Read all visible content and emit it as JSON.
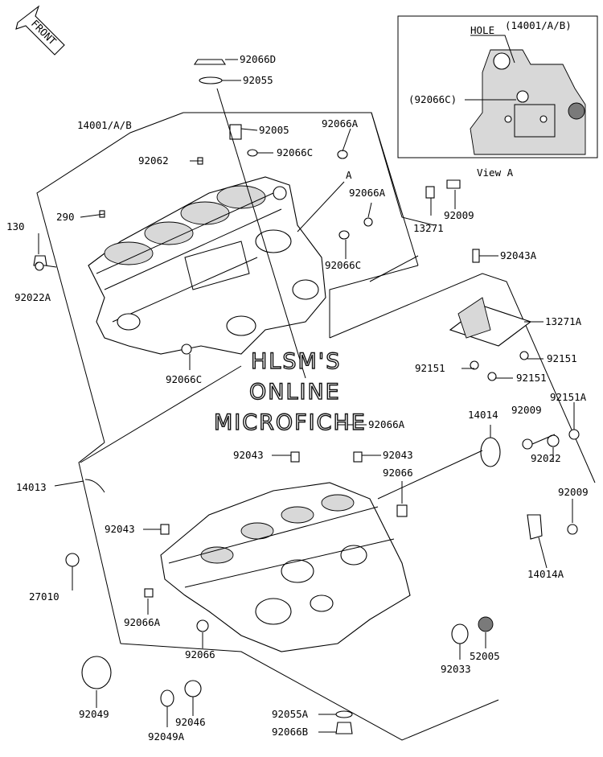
{
  "front_arrow": {
    "label": "FRONT"
  },
  "view_a": {
    "caption": "View A",
    "hole_label": "HOLE",
    "part_label": "(14001/A/B)",
    "plug_label": "(92066C)"
  },
  "watermark": {
    "line1": "HLSM'S",
    "line2": "ONLINE",
    "line3": "MICROFICHE"
  },
  "callouts": [
    {
      "id": "92066D",
      "text": "92066D"
    },
    {
      "id": "92055",
      "text": "92055"
    },
    {
      "id": "14001AB",
      "text": "14001/A/B"
    },
    {
      "id": "92005",
      "text": "92005"
    },
    {
      "id": "92066A-1",
      "text": "92066A"
    },
    {
      "id": "92066C-1",
      "text": "92066C"
    },
    {
      "id": "92062",
      "text": "92062"
    },
    {
      "id": "A",
      "text": "A"
    },
    {
      "id": "92066A-2",
      "text": "92066A"
    },
    {
      "id": "290",
      "text": "290"
    },
    {
      "id": "130",
      "text": "130"
    },
    {
      "id": "92022A",
      "text": "92022A"
    },
    {
      "id": "13271",
      "text": "13271"
    },
    {
      "id": "92009-1",
      "text": "92009"
    },
    {
      "id": "92043A",
      "text": "92043A"
    },
    {
      "id": "92066C-2",
      "text": "92066C"
    },
    {
      "id": "13271A",
      "text": "13271A"
    },
    {
      "id": "92151-1",
      "text": "92151"
    },
    {
      "id": "92151-2",
      "text": "92151"
    },
    {
      "id": "92151-3",
      "text": "92151"
    },
    {
      "id": "92066C-3",
      "text": "92066C"
    },
    {
      "id": "92151A",
      "text": "92151A"
    },
    {
      "id": "14014",
      "text": "14014"
    },
    {
      "id": "92009-2",
      "text": "92009"
    },
    {
      "id": "92066A-3",
      "text": "92066A"
    },
    {
      "id": "92043-1",
      "text": "92043"
    },
    {
      "id": "92043-2",
      "text": "92043"
    },
    {
      "id": "92022",
      "text": "92022"
    },
    {
      "id": "92066",
      "text": "92066"
    },
    {
      "id": "92009-3",
      "text": "92009"
    },
    {
      "id": "14013",
      "text": "14013"
    },
    {
      "id": "92043-3",
      "text": "92043"
    },
    {
      "id": "14014A",
      "text": "14014A"
    },
    {
      "id": "27010",
      "text": "27010"
    },
    {
      "id": "92066A-4",
      "text": "92066A"
    },
    {
      "id": "92066-2",
      "text": "92066"
    },
    {
      "id": "52005",
      "text": "52005"
    },
    {
      "id": "92033",
      "text": "92033"
    },
    {
      "id": "92049",
      "text": "92049"
    },
    {
      "id": "92046",
      "text": "92046"
    },
    {
      "id": "92055A",
      "text": "92055A"
    },
    {
      "id": "92049A",
      "text": "92049A"
    },
    {
      "id": "92066B",
      "text": "92066B"
    }
  ]
}
